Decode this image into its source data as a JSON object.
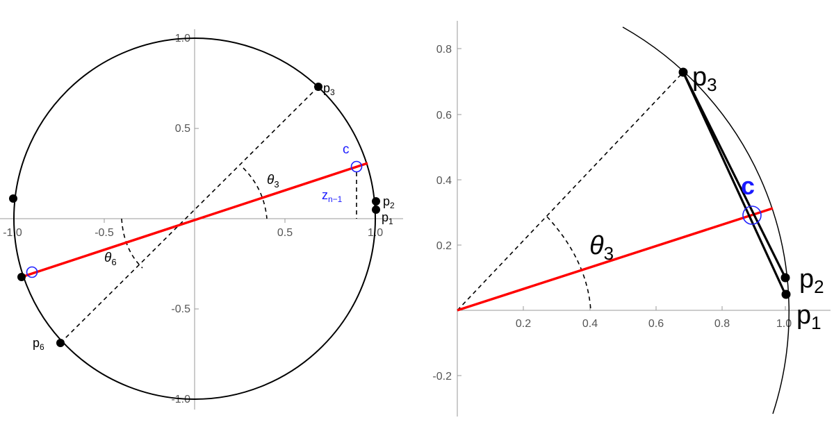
{
  "left_panel": {
    "x_ticks": [
      "-1.0",
      "-0.5",
      "0.5",
      "1.0"
    ],
    "y_ticks": [
      "1.0",
      "0.5",
      "-0.5",
      "-1.0"
    ],
    "labels": {
      "p1": {
        "base": "p",
        "sub": "1"
      },
      "p2": {
        "base": "p",
        "sub": "2"
      },
      "p3": {
        "base": "p",
        "sub": "3"
      },
      "p6": {
        "base": "p",
        "sub": "6"
      },
      "c": "c",
      "z": {
        "base": "z",
        "sub": "n−1"
      },
      "theta3": {
        "base": "θ",
        "sub": "3"
      },
      "theta6": {
        "base": "θ",
        "sub": "6"
      }
    }
  },
  "right_panel": {
    "x_ticks": [
      "0.2",
      "0.4",
      "0.6",
      "0.8",
      "1.0"
    ],
    "y_ticks": [
      "0.8",
      "0.6",
      "0.4",
      "0.2",
      "-0.2"
    ],
    "labels": {
      "p1": {
        "base": "p",
        "sub": "1"
      },
      "p2": {
        "base": "p",
        "sub": "2"
      },
      "p3": {
        "base": "p",
        "sub": "3"
      },
      "c": "c",
      "theta3": {
        "base": "θ",
        "sub": "3"
      }
    }
  },
  "colors": {
    "red_line": "#ff0000",
    "blue_marker": "#2020ff",
    "axis": "#999999",
    "tick_label": "#555555"
  }
}
